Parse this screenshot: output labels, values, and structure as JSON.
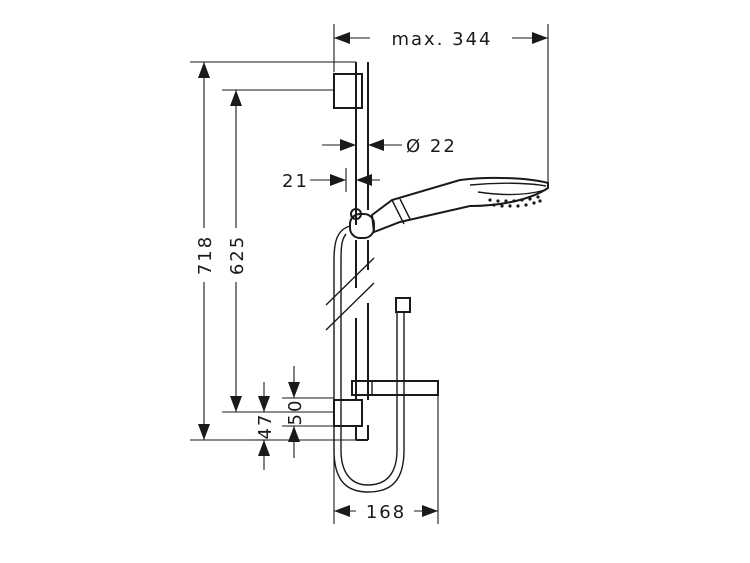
{
  "dimensions": {
    "max_reach": "max. 344",
    "rail_diameter": "Ø 22",
    "wall_offset": "21",
    "total_height": "718",
    "upper_height": "625",
    "lower_offset_a": "47",
    "lower_offset_b": "50",
    "soap_dish_width": "168"
  },
  "colors": {
    "ink": "#1a1a1a",
    "paper": "#ffffff"
  }
}
